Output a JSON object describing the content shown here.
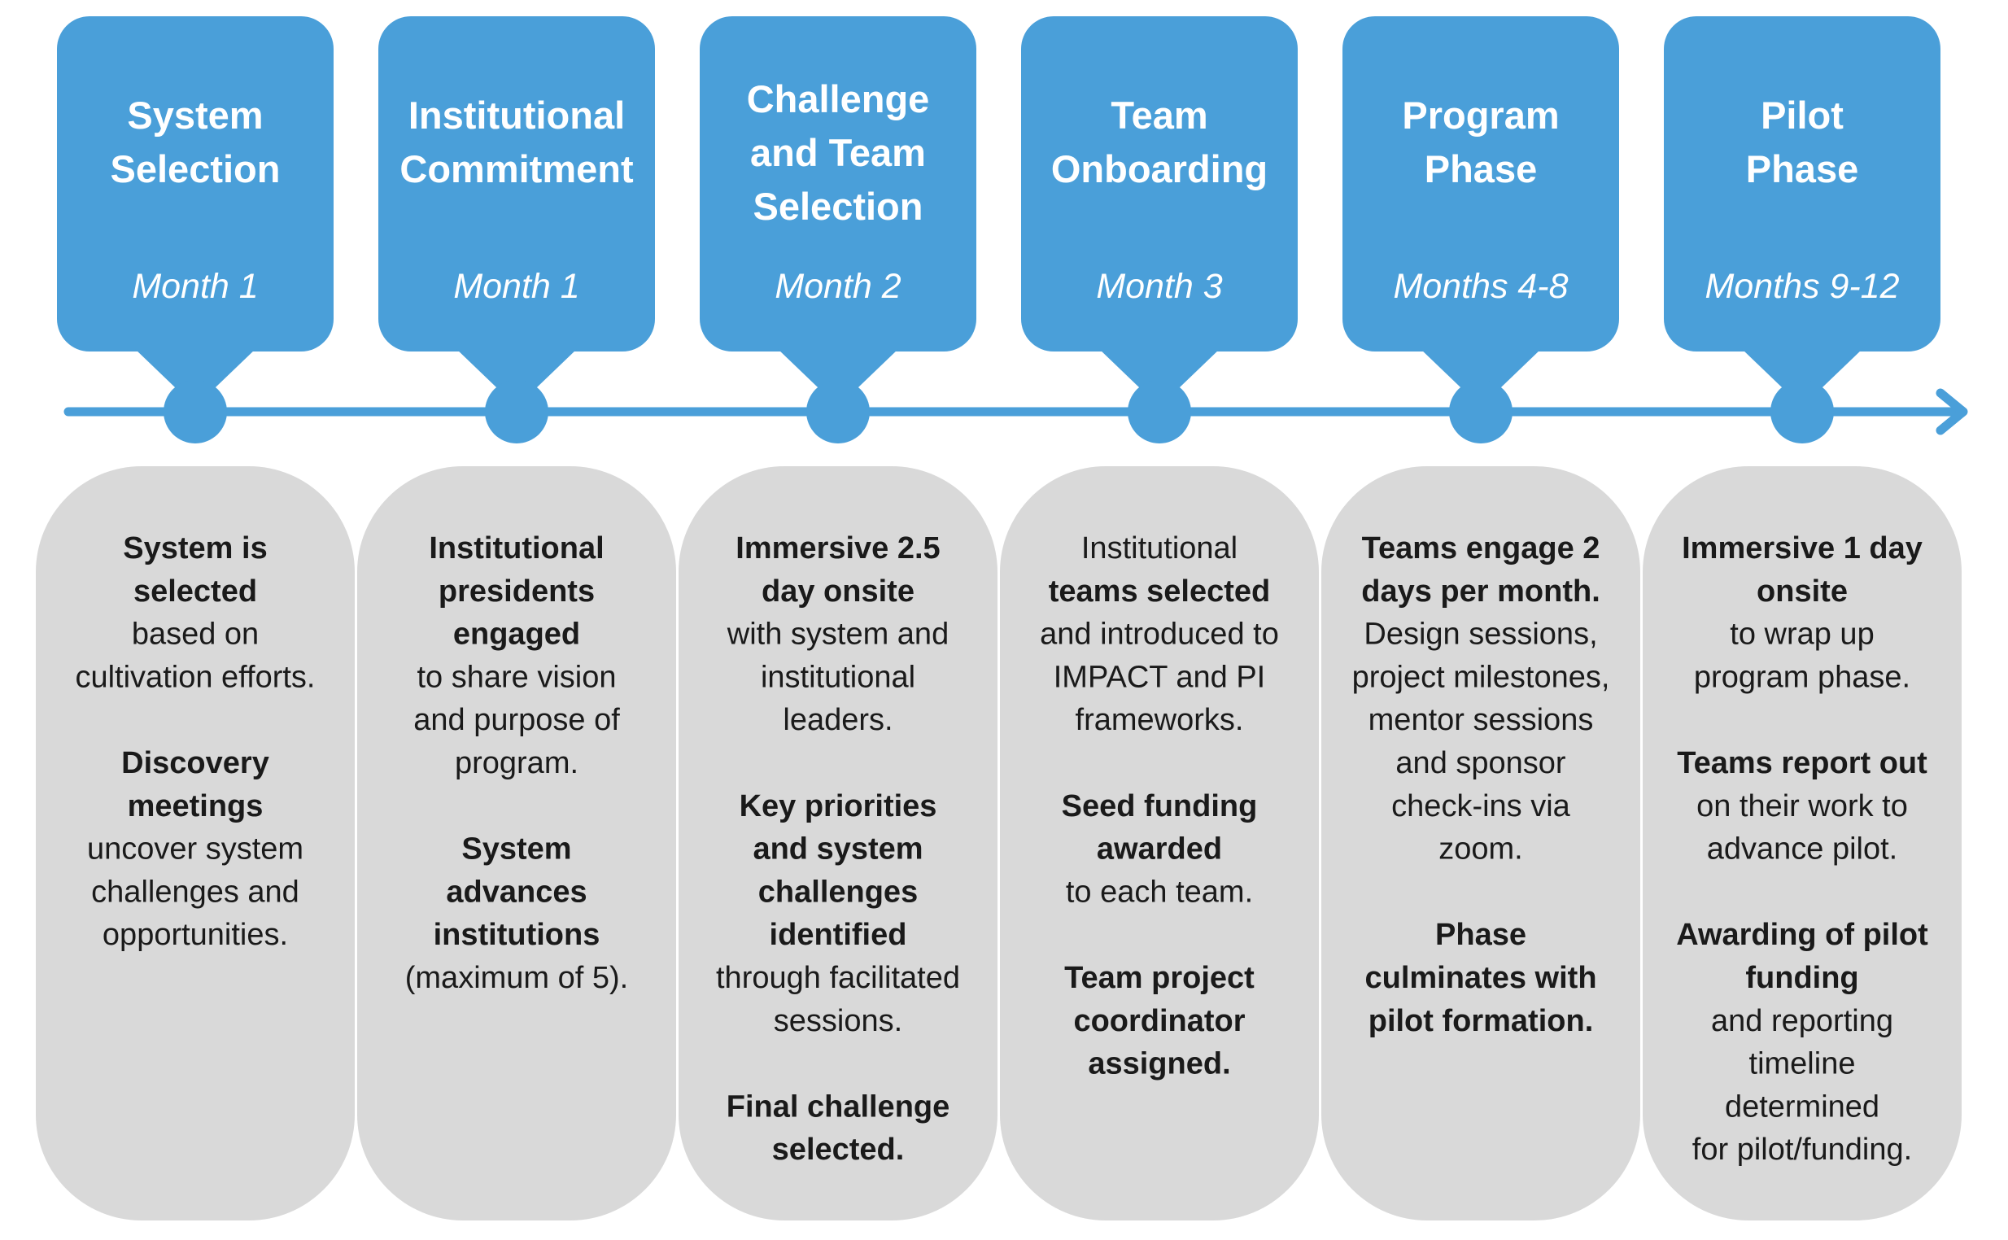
{
  "colors": {
    "accent": "#4a9fd9",
    "card": "#d9d9d9",
    "text": "#1a1a1a",
    "header_text": "#ffffff"
  },
  "phases": [
    {
      "title_lines": [
        "System",
        "Selection"
      ],
      "period": "Month 1",
      "details": [
        {
          "text": "System is",
          "bold": true
        },
        {
          "text": "selected",
          "bold": true
        },
        {
          "text": "based on",
          "bold": false
        },
        {
          "text": "cultivation efforts.",
          "bold": false
        },
        {
          "text": "",
          "bold": false
        },
        {
          "text": "Discovery",
          "bold": true
        },
        {
          "text": "meetings",
          "bold": true
        },
        {
          "text": "uncover system",
          "bold": false
        },
        {
          "text": "challenges and",
          "bold": false
        },
        {
          "text": "opportunities.",
          "bold": false
        }
      ]
    },
    {
      "title_lines": [
        "Institutional",
        "Commitment"
      ],
      "period": "Month 1",
      "details": [
        {
          "text": "Institutional",
          "bold": true
        },
        {
          "text": "presidents",
          "bold": true
        },
        {
          "text": "engaged",
          "bold": true
        },
        {
          "text": "to share vision",
          "bold": false
        },
        {
          "text": "and purpose of",
          "bold": false
        },
        {
          "text": "program.",
          "bold": false
        },
        {
          "text": "",
          "bold": false
        },
        {
          "text": "System",
          "bold": true
        },
        {
          "text": "advances",
          "bold": true
        },
        {
          "text": "institutions",
          "bold": true
        },
        {
          "text": "(maximum of 5).",
          "bold": false
        }
      ]
    },
    {
      "title_lines": [
        "Challenge",
        "and Team",
        "Selection"
      ],
      "period": "Month 2",
      "details": [
        {
          "text": "Immersive 2.5",
          "bold": true
        },
        {
          "text": "day onsite",
          "bold": true
        },
        {
          "text": "with system and",
          "bold": false
        },
        {
          "text": "institutional",
          "bold": false
        },
        {
          "text": "leaders.",
          "bold": false
        },
        {
          "text": "",
          "bold": false
        },
        {
          "text": "Key priorities",
          "bold": true
        },
        {
          "text": "and system",
          "bold": true
        },
        {
          "text": "challenges",
          "bold": true
        },
        {
          "text": "identified",
          "bold": true
        },
        {
          "text": "through facilitated",
          "bold": false
        },
        {
          "text": "sessions.",
          "bold": false
        },
        {
          "text": "",
          "bold": false
        },
        {
          "text": "Final challenge",
          "bold": true
        },
        {
          "text": "selected.",
          "bold": true
        }
      ]
    },
    {
      "title_lines": [
        "Team",
        "Onboarding"
      ],
      "period": "Month 3",
      "details": [
        {
          "text": "Institutional",
          "bold": false
        },
        {
          "text": "teams selected",
          "bold": true
        },
        {
          "text": "and introduced to",
          "bold": false
        },
        {
          "text": "IMPACT and PI",
          "bold": false
        },
        {
          "text": "frameworks.",
          "bold": false
        },
        {
          "text": "",
          "bold": false
        },
        {
          "text": "Seed funding",
          "bold": true
        },
        {
          "text": "awarded",
          "bold": true
        },
        {
          "text": "to each team.",
          "bold": false
        },
        {
          "text": "",
          "bold": false
        },
        {
          "text": "Team project",
          "bold": true
        },
        {
          "text": "coordinator",
          "bold": true
        },
        {
          "text": "assigned.",
          "bold": true
        }
      ]
    },
    {
      "title_lines": [
        "Program",
        "Phase"
      ],
      "period": "Months 4-8",
      "details": [
        {
          "text": "Teams engage 2",
          "bold": true
        },
        {
          "text": "days per month.",
          "bold": true
        },
        {
          "text": "Design sessions,",
          "bold": false
        },
        {
          "text": "project milestones,",
          "bold": false
        },
        {
          "text": "mentor sessions",
          "bold": false
        },
        {
          "text": "and sponsor",
          "bold": false
        },
        {
          "text": "check-ins via",
          "bold": false
        },
        {
          "text": "zoom.",
          "bold": false
        },
        {
          "text": "",
          "bold": false
        },
        {
          "text": "Phase",
          "bold": true
        },
        {
          "text": "culminates with",
          "bold": true
        },
        {
          "text": "pilot formation.",
          "bold": true
        }
      ]
    },
    {
      "title_lines": [
        "Pilot",
        "Phase"
      ],
      "period": "Months 9-12",
      "details": [
        {
          "text": "Immersive 1 day",
          "bold": true
        },
        {
          "text": "onsite",
          "bold": true
        },
        {
          "text": "to wrap up",
          "bold": false
        },
        {
          "text": "program phase.",
          "bold": false
        },
        {
          "text": "",
          "bold": false
        },
        {
          "text": "Teams report out",
          "bold": true
        },
        {
          "text": "on their work to",
          "bold": false
        },
        {
          "text": "advance pilot.",
          "bold": false
        },
        {
          "text": "",
          "bold": false
        },
        {
          "text": "Awarding of pilot",
          "bold": true
        },
        {
          "text": "funding",
          "bold": true
        },
        {
          "text": "and reporting",
          "bold": false
        },
        {
          "text": "timeline",
          "bold": false
        },
        {
          "text": "determined",
          "bold": false
        },
        {
          "text": "for pilot/funding.",
          "bold": false
        }
      ]
    }
  ]
}
